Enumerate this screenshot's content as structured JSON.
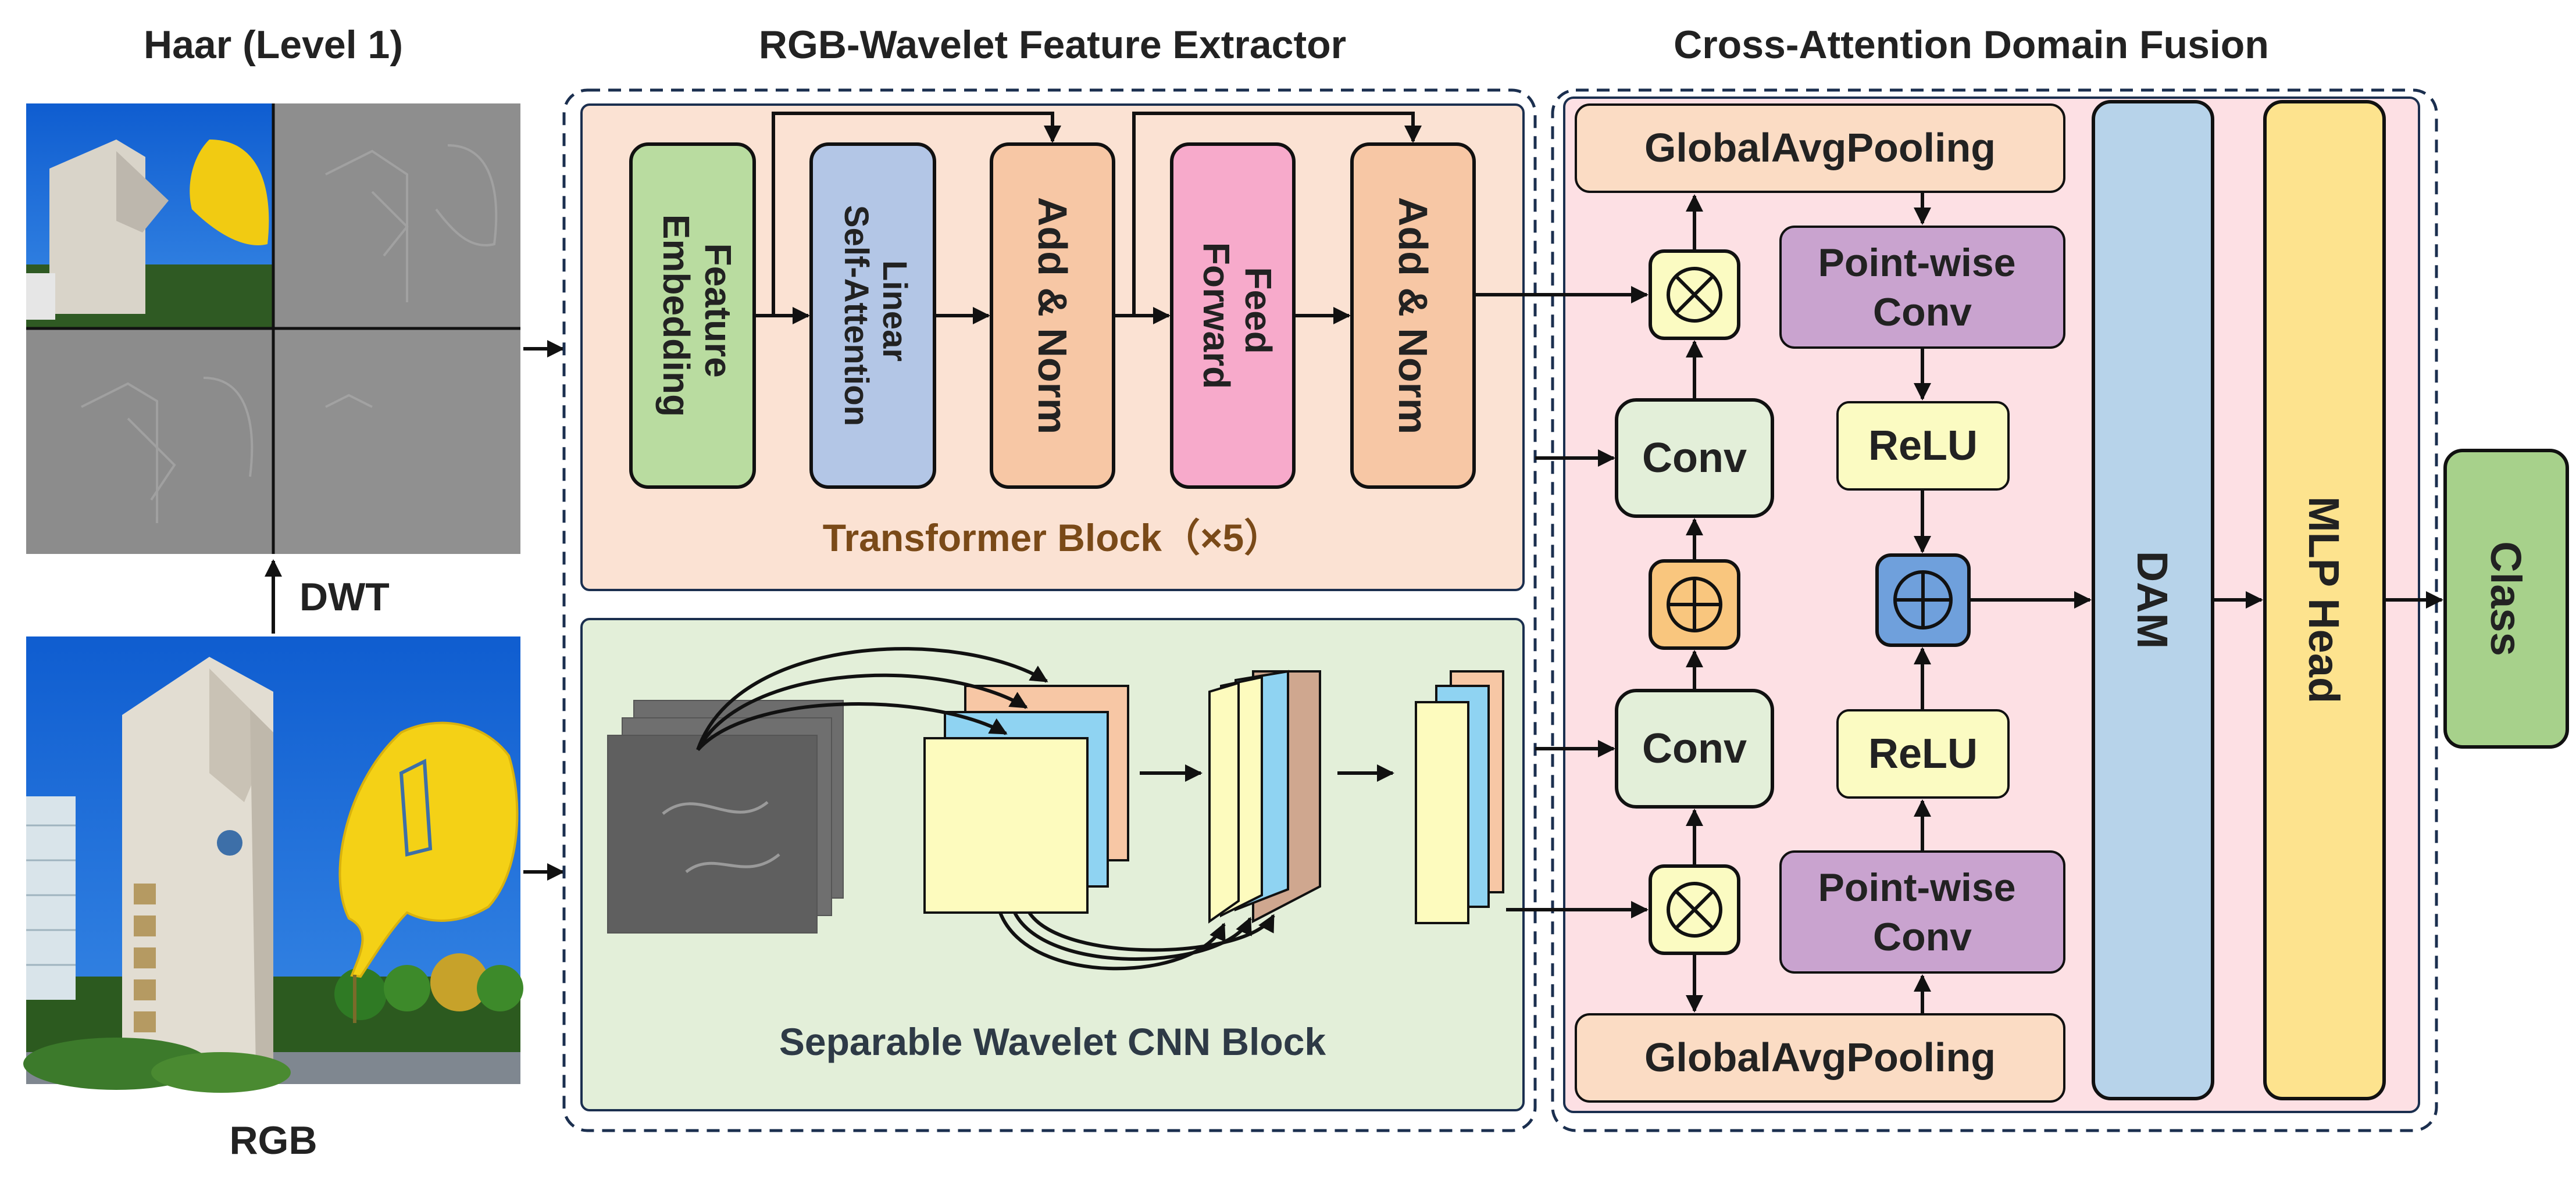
{
  "titles": {
    "haar": "Haar (Level 1)",
    "extractor": "RGB-Wavelet Feature Extractor",
    "fusion": "Cross-Attention Domain Fusion"
  },
  "labels": {
    "dwt": "DWT",
    "rgb": "RGB"
  },
  "transformer": {
    "caption": "Transformer Block（×5）",
    "blocks": [
      {
        "lines": [
          "Feature",
          "Embedding"
        ]
      },
      {
        "lines": [
          "Linear",
          "Self-Attention"
        ]
      },
      {
        "lines": [
          "Add & Norm"
        ]
      },
      {
        "lines": [
          "Feed",
          "Forward"
        ]
      },
      {
        "lines": [
          "Add & Norm"
        ]
      }
    ]
  },
  "cnn": {
    "caption": "Separable Wavelet CNN Block"
  },
  "fusion": {
    "gap_top": "GlobalAvgPooling",
    "gap_bottom": "GlobalAvgPooling",
    "pw_top": [
      "Point-wise",
      "Conv"
    ],
    "pw_bottom": [
      "Point-wise",
      "Conv"
    ],
    "conv_top": "Conv",
    "conv_bottom": "Conv",
    "relu_top": "ReLU",
    "relu_bottom": "ReLU",
    "multiply_symbol": "⊗",
    "add_symbol": "⊕"
  },
  "head": {
    "dam": "DAM",
    "mlp": "MLP Head",
    "class": "Class"
  },
  "colors": {
    "feature_embedding": "#b9dca0",
    "linear_attention": "#b3c6e6",
    "add_norm": "#f7c7a5",
    "feed_forward": "#f7aacb",
    "transformer_bg": "#fbe2d3",
    "cnn_bg": "#e3efd9",
    "fusion_bg": "#fde0e4",
    "gap": "#fbdcc4",
    "pointwise": "#c9a3cf",
    "conv": "#e3efd9",
    "relu": "#fbfbc2",
    "dam": "#b7d3ea",
    "mlp": "#fde38e",
    "class": "#a7d18b",
    "sky": "#1e6fd6",
    "leaf": "#f4d116"
  }
}
